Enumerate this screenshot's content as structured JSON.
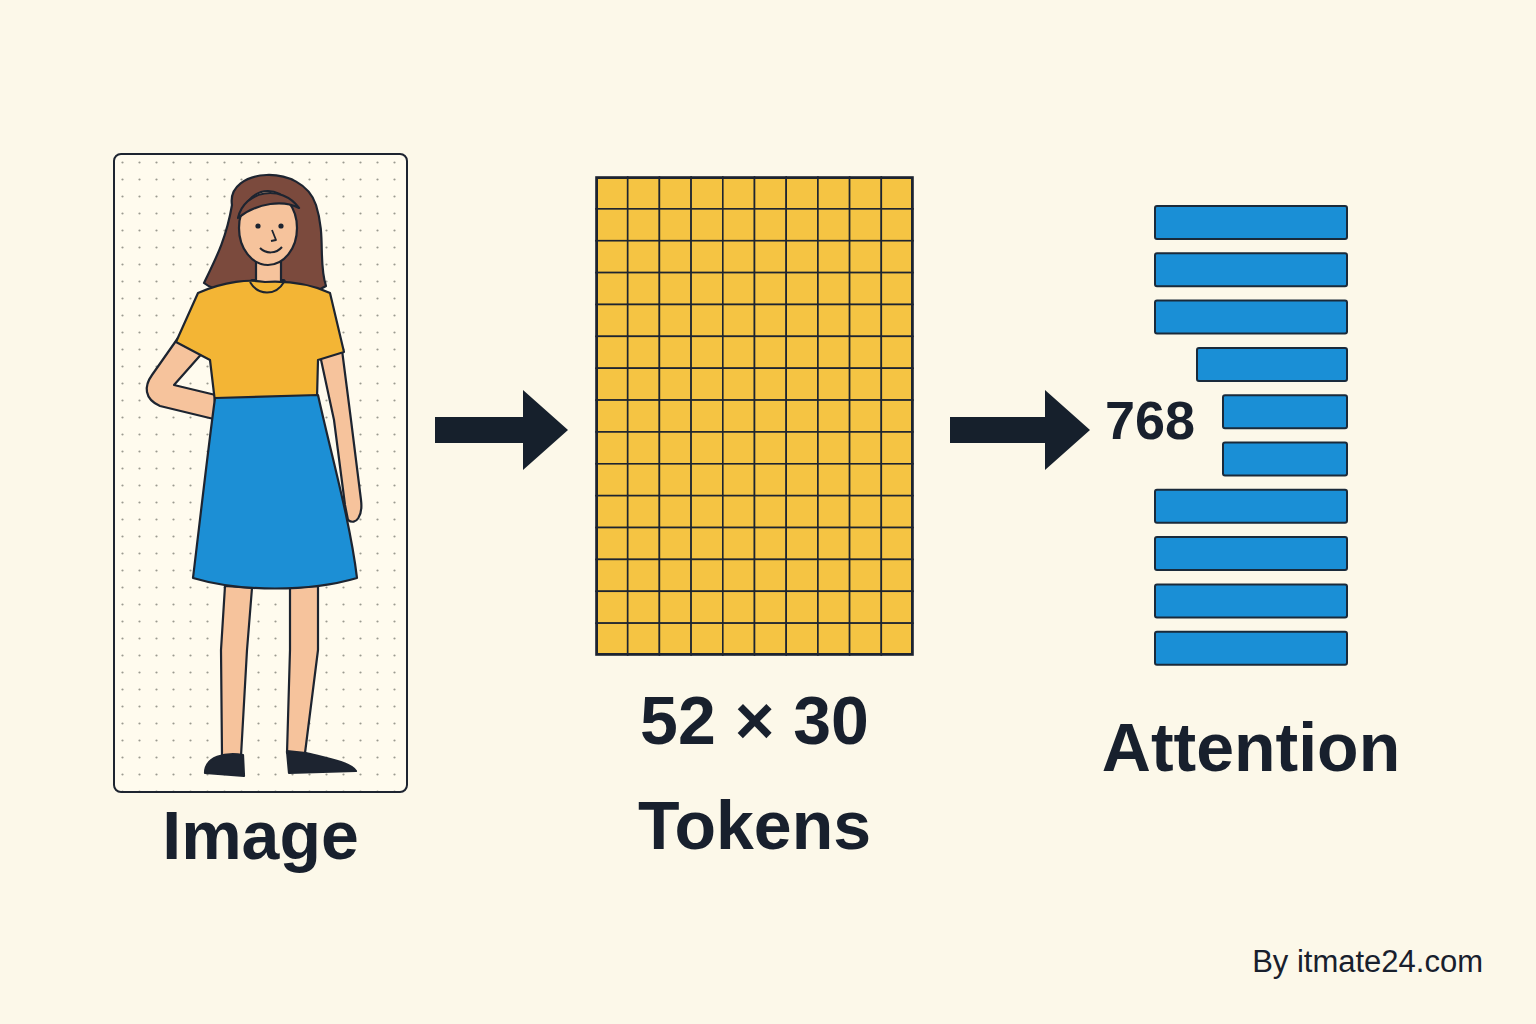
{
  "diagram": {
    "nodes": [
      {
        "text": [
          "Image"
        ]
      },
      {
        "text": [
          "52 × 30",
          "Tokens"
        ]
      },
      {
        "text": [
          "Attention"
        ]
      }
    ],
    "edges": [
      {
        "from": 0,
        "to": 1,
        "arrow": "to"
      },
      {
        "from": 1,
        "to": 2,
        "arrow": "to"
      }
    ],
    "labels": [
      "768",
      "By itmate24.com"
    ]
  }
}
